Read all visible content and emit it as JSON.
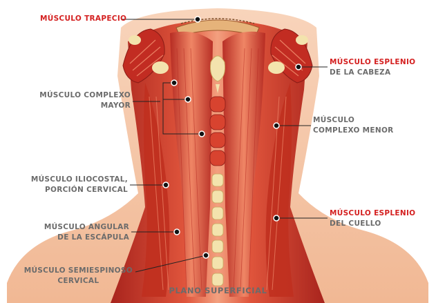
{
  "caption": "PLANO SUPERFICIAL",
  "colors": {
    "highlight_label": "#d42020",
    "normal_label": "#6b6b6b",
    "leader_line": "#222222",
    "muscle": "#c8352b",
    "muscle_light": "#ef8a6a",
    "skin": "#f6c7a8",
    "bone": "#f3e3ad"
  },
  "labels": {
    "trapecio": {
      "lines": [
        "MÚSCULO TRAPECIO"
      ],
      "highlighted": true
    },
    "esplenio_cabeza": {
      "lines": [
        "MÚSCULO ESPLENIO",
        "DE LA CABEZA"
      ],
      "highlighted_first_line": true
    },
    "complexo_mayor": {
      "lines": [
        "MÚSCULO COMPLEXO",
        "MAYOR"
      ],
      "highlighted": false
    },
    "complexo_menor": {
      "lines": [
        "MÚSCULO",
        "COMPLEXO MENOR"
      ],
      "highlighted": false
    },
    "iliocostal": {
      "lines": [
        "MÚSCULO ILIOCOSTAL,",
        "PORCIÓN CERVICAL"
      ],
      "highlighted": false
    },
    "esplenio_cuello": {
      "lines": [
        "MÚSCULO ESPLENIO",
        "DEL CUELLO"
      ],
      "highlighted_first_line": true
    },
    "angular": {
      "lines": [
        "MÚSCULO ANGULAR",
        "DE LA ESCÁPULA"
      ],
      "highlighted": false
    },
    "semiespinoso": {
      "lines": [
        "MÚSCULO SEMIESPINOSO",
        "CERVICAL"
      ],
      "highlighted": false
    }
  }
}
